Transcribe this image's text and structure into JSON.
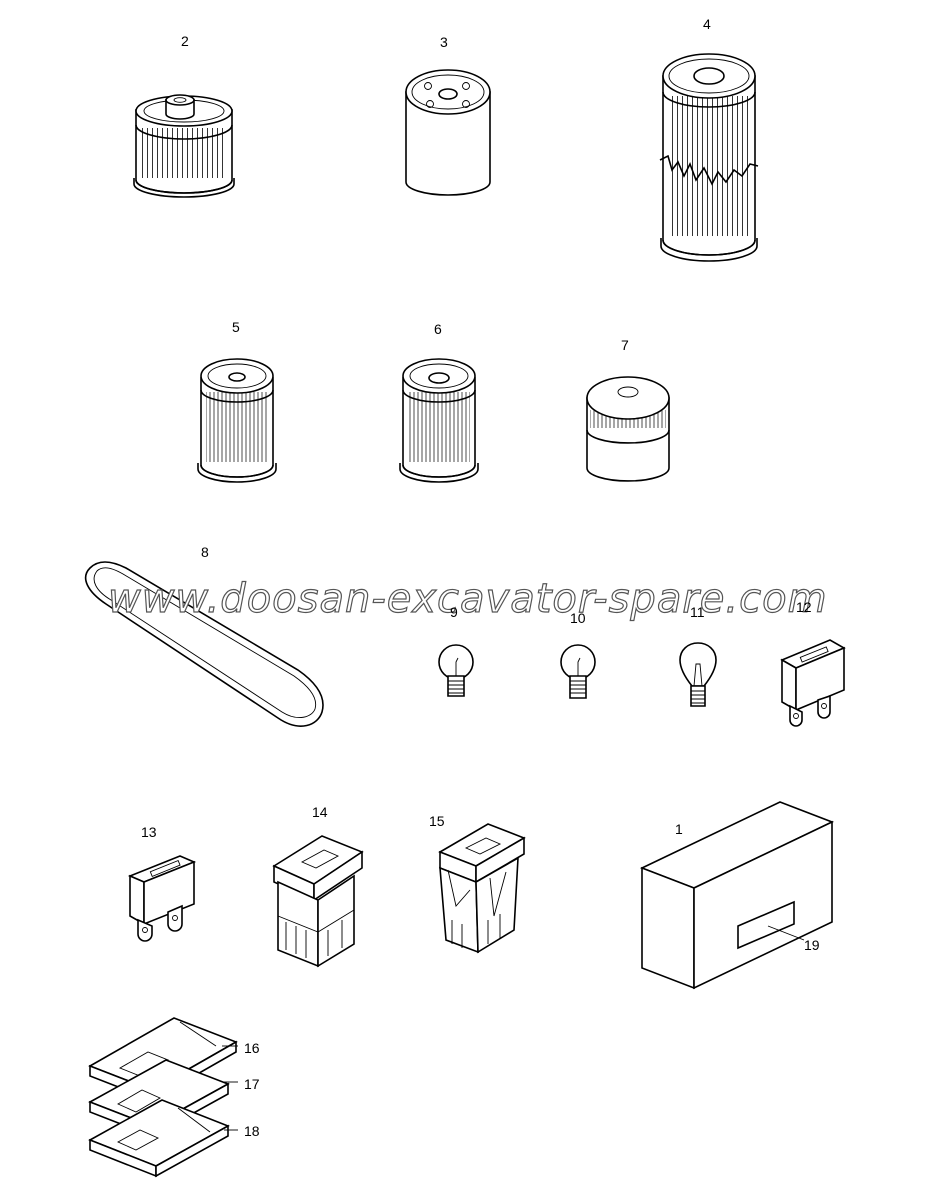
{
  "parts": [
    {
      "id": "part-1",
      "label": "1"
    },
    {
      "id": "part-2",
      "label": "2"
    },
    {
      "id": "part-3",
      "label": "3"
    },
    {
      "id": "part-4",
      "label": "4"
    },
    {
      "id": "part-5",
      "label": "5"
    },
    {
      "id": "part-6",
      "label": "6"
    },
    {
      "id": "part-7",
      "label": "7"
    },
    {
      "id": "part-8",
      "label": "8"
    },
    {
      "id": "part-9",
      "label": "9"
    },
    {
      "id": "part-10",
      "label": "10"
    },
    {
      "id": "part-11",
      "label": "11"
    },
    {
      "id": "part-12",
      "label": "12"
    },
    {
      "id": "part-13",
      "label": "13"
    },
    {
      "id": "part-14",
      "label": "14"
    },
    {
      "id": "part-15",
      "label": "15"
    },
    {
      "id": "part-16",
      "label": "16"
    },
    {
      "id": "part-17",
      "label": "17"
    },
    {
      "id": "part-18",
      "label": "18"
    },
    {
      "id": "part-19",
      "label": "19"
    }
  ],
  "watermark": "www.doosan-excavator-spare.com"
}
